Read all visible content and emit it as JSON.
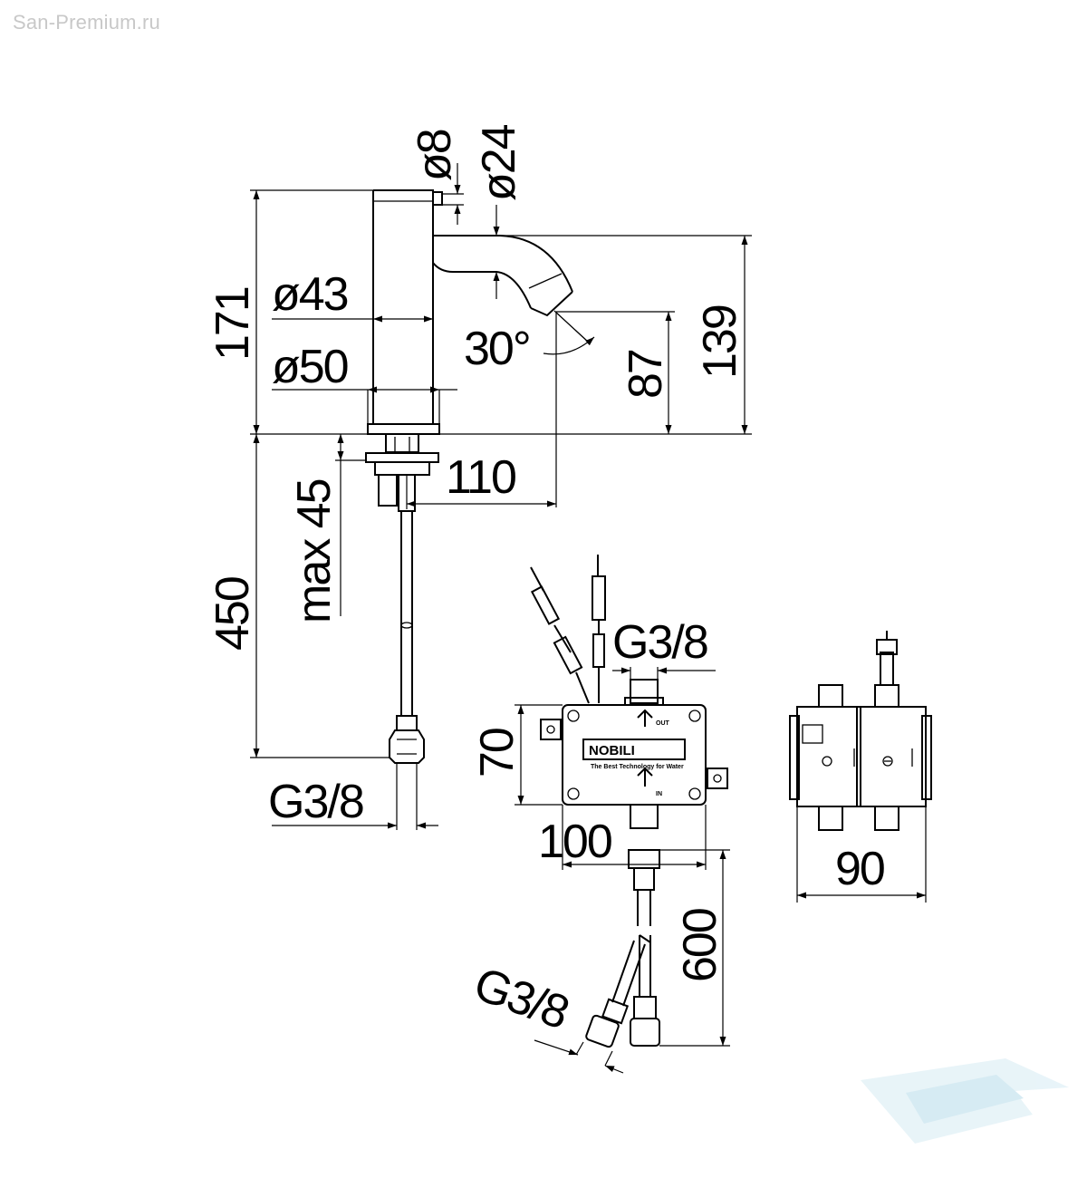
{
  "watermark": "San-Premium.ru",
  "dimensions": {
    "d8": "ø8",
    "d24": "ø24",
    "d43": "ø43",
    "d50": "ø50",
    "h171": "171",
    "angle": "30°",
    "h87": "87",
    "h139": "139",
    "reach110": "110",
    "max45": "max 45",
    "hose450": "450",
    "thread_faucet": "G3/8",
    "thread_box_in": "G3/8",
    "box_height": "70",
    "box_width": "100",
    "hose600": "600",
    "thread_hose": "G3/8",
    "box_depth": "90"
  },
  "box": {
    "brand": "NOBILI",
    "tagline": "The Best Technology for Water",
    "out_label": "OUT",
    "in_label": "IN"
  },
  "logo_watermark": {
    "color": "#d6ecf5"
  }
}
